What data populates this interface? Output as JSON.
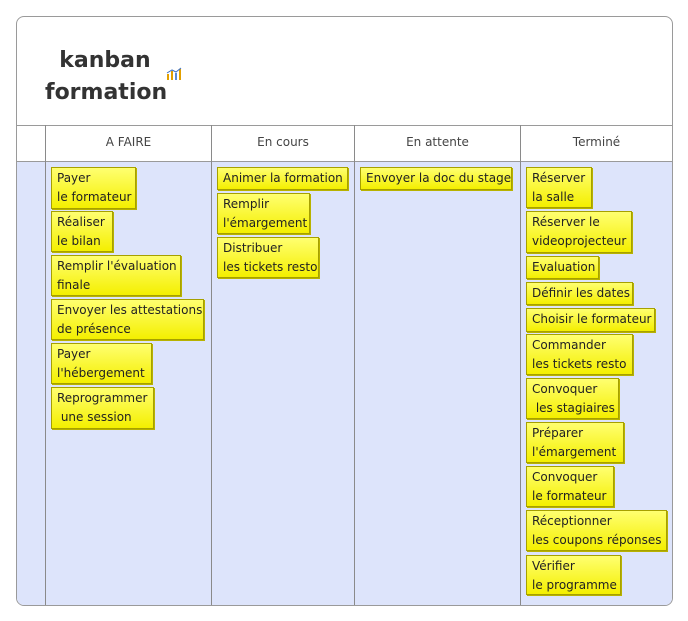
{
  "title": {
    "line1": "kanban",
    "line2": "formation"
  },
  "icons": {
    "title_icon": "chart-icon"
  },
  "columns": [
    {
      "label": "A FAIRE",
      "cards": [
        "Payer\nle formateur",
        "Réaliser\nle bilan",
        "Remplir l'évaluation\nfinale",
        "Envoyer les attestations\nde présence",
        "Payer\nl'hébergement",
        "Reprogrammer\n une session"
      ]
    },
    {
      "label": "En cours",
      "cards": [
        "Animer la formation",
        "Remplir\nl'émargement",
        "Distribuer\nles tickets resto"
      ]
    },
    {
      "label": "En attente",
      "cards": [
        "Envoyer la doc du stage"
      ]
    },
    {
      "label": "Terminé",
      "cards": [
        "Réserver\nla salle",
        "Réserver le\nvideoprojecteur",
        "Evaluation",
        "Définir les dates",
        "Choisir le formateur",
        "Commander\nles tickets resto",
        "Convoquer\n les stagiaires",
        "Préparer\nl'émargement",
        "Convoquer\nle formateur",
        "Réceptionner\nles coupons réponses",
        "Vérifier\nle programme"
      ]
    }
  ],
  "colors": {
    "card": "#ffff00",
    "board_body": "#dde4fb",
    "border": "#9a9a9a"
  }
}
